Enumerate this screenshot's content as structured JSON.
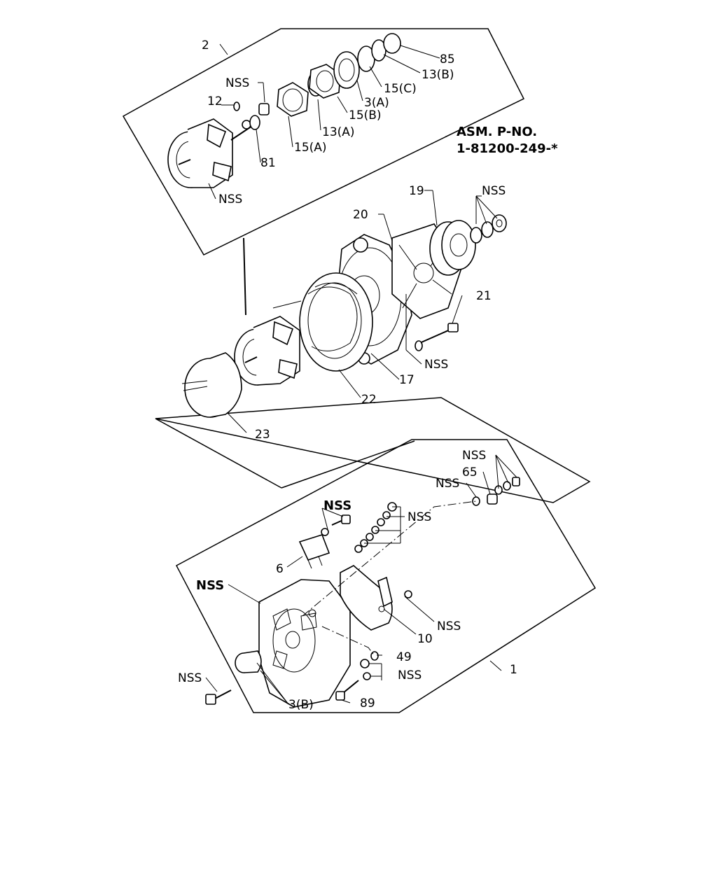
{
  "assembly": {
    "title": "ASM. P-NO.",
    "number": "1-81200-249-*"
  },
  "labels": {
    "l2": "2",
    "l85": "85",
    "l13b": "13(B)",
    "l15c": "15(C)",
    "l3a": "3(A)",
    "l15b": "15(B)",
    "l13a": "13(A)",
    "l15a": "15(A)",
    "l81": "81",
    "l12": "12",
    "nss_top": "NSS",
    "nss_rotor": "NSS",
    "l19": "19",
    "nss_pulley": "NSS",
    "l20": "20",
    "l21": "21",
    "nss_bolt": "NSS",
    "l17": "17",
    "l22": "22",
    "l23": "23",
    "nss_r1": "NSS",
    "l65": "65",
    "nss_r2": "NSS",
    "nss_screw": "NSS",
    "nss_nuts": "NSS",
    "l6": "6",
    "nss_frame": "NSS",
    "nss_holder": "NSS",
    "l10": "10",
    "l49": "49",
    "nss_term": "NSS",
    "l1": "1",
    "nss_bolt2": "NSS",
    "l3b": "3(B)",
    "l89": "89"
  }
}
